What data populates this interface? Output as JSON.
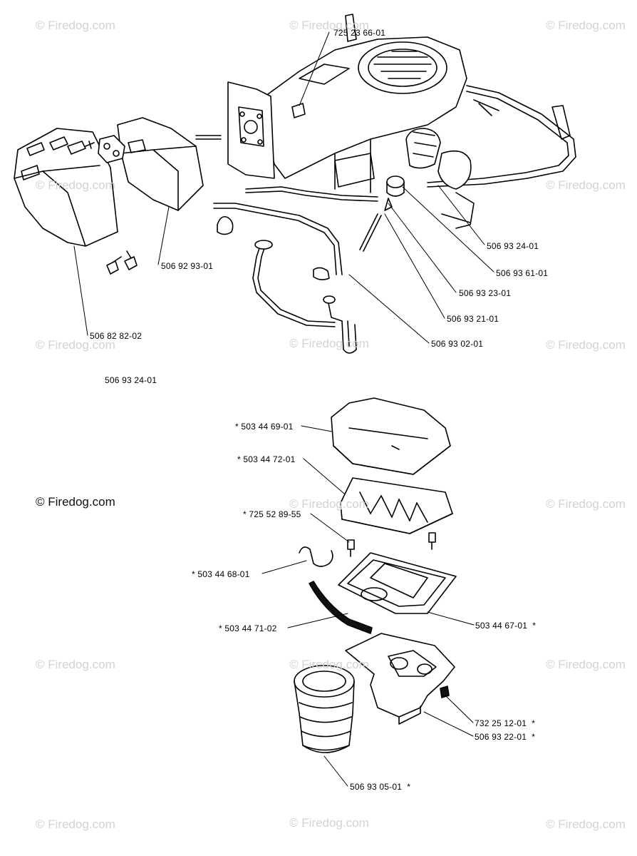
{
  "watermark": "© Firedog.com",
  "labels": {
    "p_725236601": "725 23 66-01",
    "p_506932401_a": "506 93 24-01",
    "p_506929301": "506 92 93-01",
    "p_506936101": "506 93 61-01",
    "p_506932301": "506 93 23-01",
    "p_506932101": "506 93 21-01",
    "p_506828202": "506 82 82-02",
    "p_506930201": "506 93 02-01",
    "p_506932401_b": "506 93 24-01",
    "p_503446901": "503 44 69-01",
    "p_503447201": "503 44 72-01",
    "p_725528955": "725 52 89-55",
    "p_503446801": "503 44 68-01",
    "p_503446701": "503 44 67-01",
    "p_503447102": "503 44 71-02",
    "p_732251201": "732 25 12-01",
    "p_506932201": "506 93 22-01",
    "p_506930501": "506 93 05-01"
  },
  "asterisk": "*"
}
